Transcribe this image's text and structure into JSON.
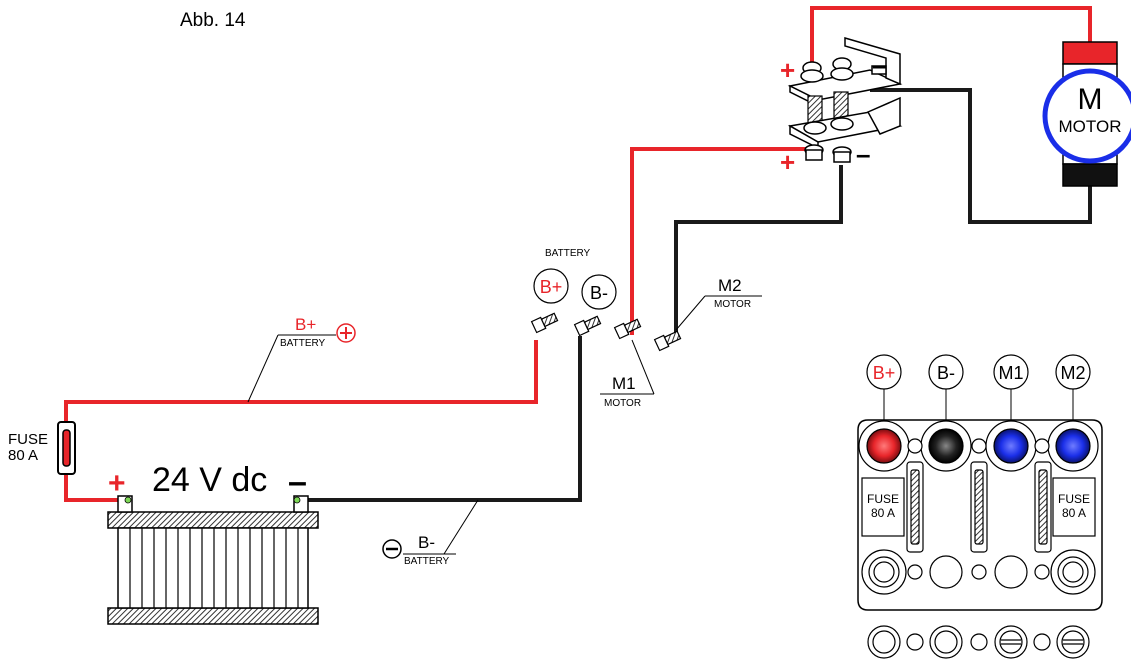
{
  "figure_label": "Abb. 14",
  "battery": {
    "voltage_label": "24 V dc",
    "plus_sign": "+",
    "minus_sign": "–"
  },
  "fuse_left": {
    "line1": "FUSE",
    "line2": "80 A"
  },
  "terminals": {
    "section_label": "BATTERY",
    "b_plus": "B+",
    "b_minus": "B-",
    "m1": "M1",
    "m2": "M2"
  },
  "callouts": {
    "b_plus_main": "B+",
    "b_plus_sub": "BATTERY",
    "b_minus_main": "B-",
    "b_minus_sub": "BATTERY",
    "m1_main": "M1",
    "m1_sub": "MOTOR",
    "m2_main": "M2",
    "m2_sub": "MOTOR"
  },
  "motor": {
    "letter": "M",
    "label": "MOTOR"
  },
  "brush_plate": {
    "plus_top": "+",
    "plus_bottom": "+",
    "minus_top": "–",
    "minus_bottom": "–"
  },
  "terminal_block": {
    "labels": [
      "B+",
      "B-",
      "M1",
      "M2"
    ],
    "fuse_left_line1": "FUSE",
    "fuse_left_line2": "80 A",
    "fuse_right_line1": "FUSE",
    "fuse_right_line2": "80 A"
  },
  "colors": {
    "wire_positive": "#e8252a",
    "wire_negative": "#1a1a1a",
    "terminal_red": "#e8252a",
    "terminal_black": "#222222",
    "terminal_blue": "#1a2ee8",
    "motor_ring": "#1a2ee8"
  }
}
